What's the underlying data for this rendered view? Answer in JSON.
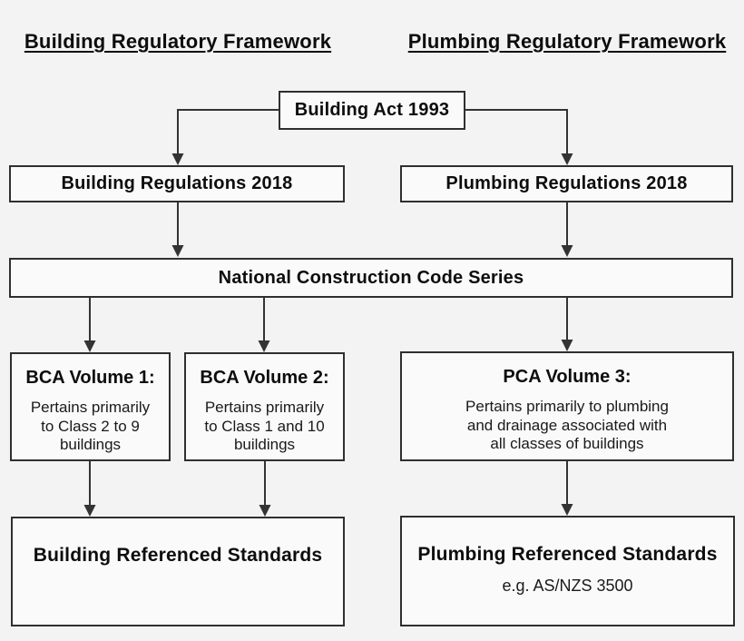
{
  "colors": {
    "page_background": "#f3f3f3",
    "node_fill": "#fafafa",
    "node_border": "#2f2f2f",
    "connector": "#333333",
    "text": "#0d0d0d"
  },
  "headers": {
    "left": "Building Regulatory Framework",
    "right": "Plumbing Regulatory Framework"
  },
  "nodes": {
    "building_act": {
      "label": "Building Act 1993"
    },
    "building_regulations": {
      "label": "Building Regulations 2018"
    },
    "plumbing_regulations": {
      "label": "Plumbing Regulations 2018"
    },
    "ncc": {
      "label": "National Construction Code Series"
    },
    "bca_vol1": {
      "title": "BCA Volume 1:",
      "body": "Pertains primarily\nto Class 2 to 9\nbuildings"
    },
    "bca_vol2": {
      "title": "BCA Volume 2:",
      "body": "Pertains primarily\nto Class 1 and 10\nbuildings"
    },
    "pca_vol3": {
      "title": "PCA Volume 3:",
      "body": "Pertains primarily to plumbing\nand drainage associated with\nall classes of buildings"
    },
    "building_standards": {
      "title": "Building Referenced Standards"
    },
    "plumbing_standards": {
      "title": "Plumbing Referenced Standards",
      "subtitle": "e.g. AS/NZS 3500"
    }
  }
}
